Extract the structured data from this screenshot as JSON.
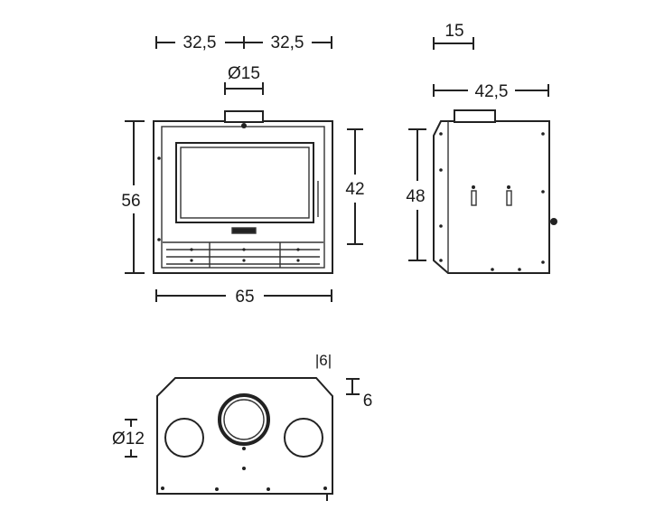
{
  "front_view": {
    "width_left": "32,5",
    "width_right": "32,5",
    "flue_diameter": "Ø15",
    "height_total": "56",
    "height_inner": "42",
    "width_total": "65"
  },
  "side_view": {
    "flue_offset": "15",
    "depth": "42,5",
    "height": "48"
  },
  "top_view": {
    "wall_offset_label": "|6|",
    "edge_offset": "6",
    "side_hole_diameter": "Ø12"
  }
}
